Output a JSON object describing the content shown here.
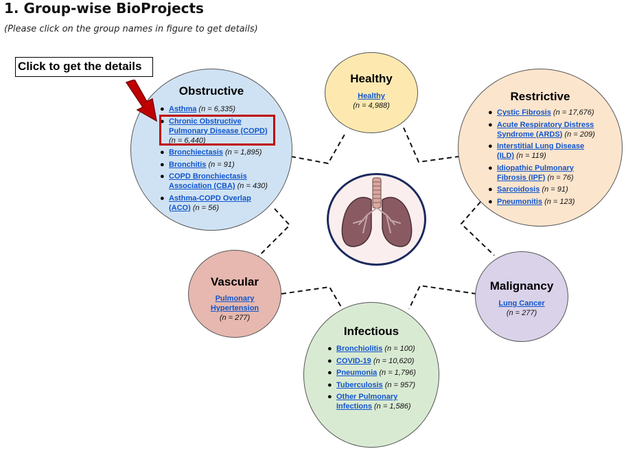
{
  "heading": "1. Group-wise BioProjects",
  "subheading": "(Please click on the group names in figure to get details)",
  "callout": "Click to get the details",
  "colors": {
    "obstructive": "#cfe2f3",
    "healthy": "#fde9b0",
    "restrictive": "#fce5cd",
    "vascular": "#e6b8af",
    "malignancy": "#d9d2e9",
    "infectious": "#d9ead3",
    "link": "#1155cc",
    "highlight": "#c00000",
    "arrow": "#c00000"
  },
  "groups": {
    "obstructive": {
      "title": "Obstructive",
      "items": [
        {
          "label": "Asthma",
          "count": "(n = 6,335)"
        },
        {
          "label_1": "Chronic Obstructive",
          "label_2": "Pulmonary Disease (COPD)",
          "count": "(n = 6,440)"
        },
        {
          "label": "Bronchiectasis",
          "count": "(n = 1,895)"
        },
        {
          "label": "Bronchitis",
          "count": "(n = 91)"
        },
        {
          "label_1": "COPD Bronchiectasis",
          "label_2": "Association (CBA)",
          "count": "(n = 430)"
        },
        {
          "label_1": "Asthma-COPD Overlap",
          "label_2": "(ACO)",
          "count": "(n = 56)"
        }
      ]
    },
    "healthy": {
      "title": "Healthy",
      "link": "Healthy",
      "count": "(n = 4,988)"
    },
    "restrictive": {
      "title": "Restrictive",
      "items": [
        {
          "label": "Cystic Fibrosis",
          "count": "(n = 17,676)"
        },
        {
          "label_1": "Acute Respiratory Distress",
          "label_2": "Syndrome (ARDS)",
          "count": "(n = 209)"
        },
        {
          "label_1": "Interstitial Lung Disease",
          "label_2": "(ILD)",
          "count": "(n = 119)"
        },
        {
          "label_1": "Idiopathic Pulmonary",
          "label_2": "Fibrosis (IPF)",
          "count": "(n = 76)"
        },
        {
          "label": "Sarcoidosis",
          "count": "(n = 91)"
        },
        {
          "label": "Pneumonitis",
          "count": "(n = 123)"
        }
      ]
    },
    "vascular": {
      "title": "Vascular",
      "link_1": "Pulmonary",
      "link_2": "Hypertension",
      "count": "(n = 277)"
    },
    "malignancy": {
      "title": "Malignancy",
      "link": "Lung Cancer",
      "count": "(n = 277)"
    },
    "infectious": {
      "title": "Infectious",
      "items": [
        {
          "label": "Bronchiolitis",
          "count": "(n = 100)"
        },
        {
          "label": "COVID-19",
          "count": "(n = 10,620)"
        },
        {
          "label": "Pneumonia",
          "count": "(n = 1,796)"
        },
        {
          "label": "Tuberculosis",
          "count": "(n = 957)"
        },
        {
          "label_1": "Other Pulmonary",
          "label_2": "Infections",
          "count": "(n = 1,586)"
        }
      ]
    }
  }
}
